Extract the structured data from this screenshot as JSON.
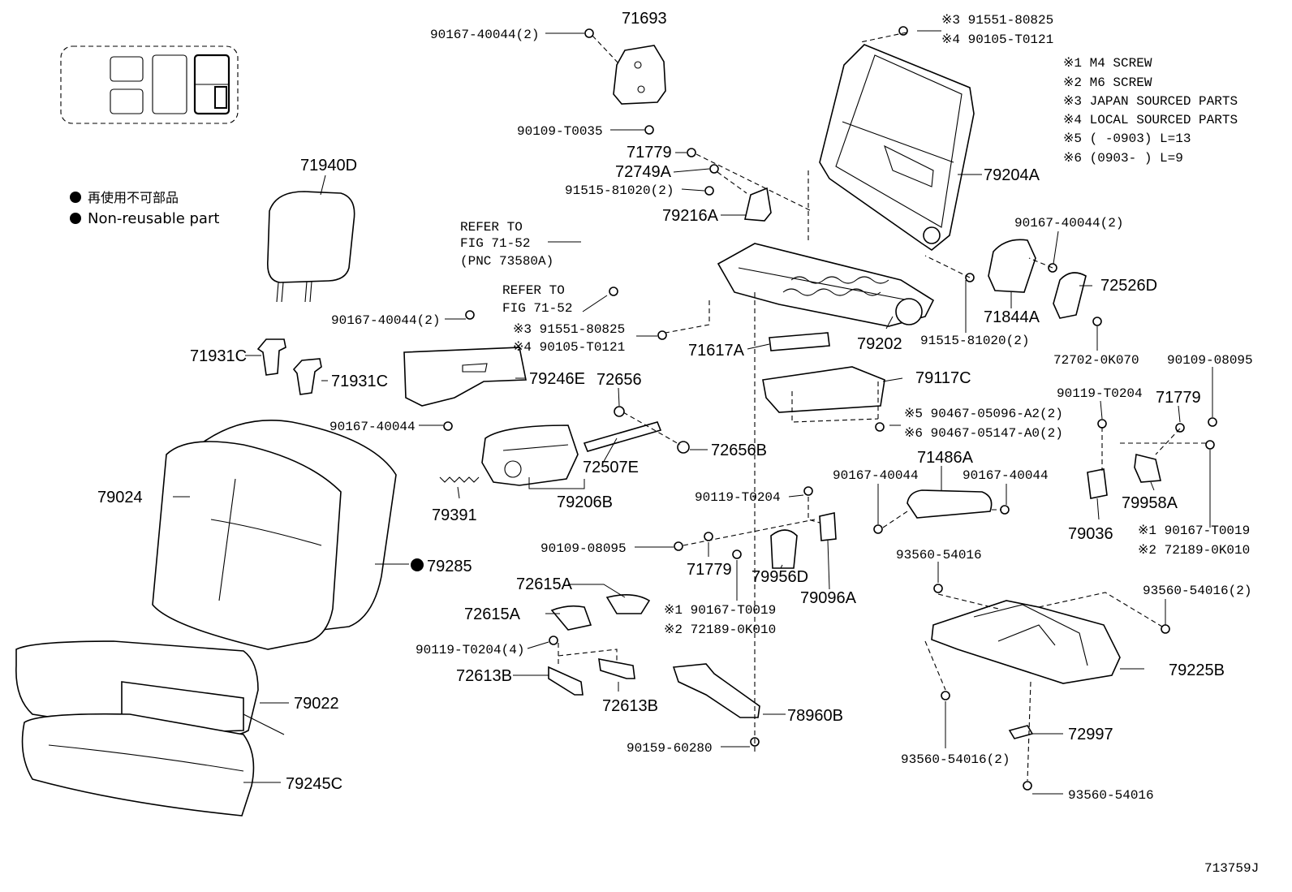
{
  "notes": [
    "※1 M4 SCREW",
    "※2 M6 SCREW",
    "※3 JAPAN SOURCED PARTS",
    "※4 LOCAL SOURCED PARTS",
    "※5 (       -0903) L=13",
    "※6 (0903-       ) L=9"
  ],
  "legend": {
    "japanese": "再使用不可部品",
    "english": "Non-reusable part"
  },
  "refer_fig_1": [
    "REFER TO",
    "FIG 71-52",
    "(PNC 73580A)"
  ],
  "refer_fig_2": [
    "REFER TO",
    "FIG 71-52"
  ],
  "parts": {
    "p71693": "71693",
    "p90167_40044_2_top": "90167-40044(2)",
    "p91551_80825_top": "※3  91551-80825",
    "p90105_T0121_top": "※4  90105-T0121",
    "p90109_T0035": "90109-T0035",
    "p71779_a": "71779",
    "p72749A": "72749A",
    "p91515_81020_2_a": "91515-81020(2)",
    "p79216A": "79216A",
    "p79204A": "79204A",
    "p71940D": "71940D",
    "p90167_40044_2_mid": "90167-40044(2)",
    "p91551_80825_mid": "※3  91551-80825",
    "p90105_T0121_mid": "※4  90105-T0121",
    "p71931C_a": "71931C",
    "p71931C_b": "71931C",
    "p79246E": "79246E",
    "p90167_40044_left": "90167-40044",
    "p72656": "72656",
    "p71617A": "71617A",
    "p79202": "79202",
    "p91515_81020_2_b": "91515-81020(2)",
    "p71844A": "71844A",
    "p90167_40044_2_right": "90167-40044(2)",
    "p72526D": "72526D",
    "p72702_0K070": "72702-0K070",
    "p90109_08095_right": "90109-08095",
    "p79117C": "79117C",
    "p90119_T0204_right": "90119-T0204",
    "p71779_right": "71779",
    "p90467_05096": "※5 90467-05096-A2(2)",
    "p90467_05147": "※6 90467-05147-A0(2)",
    "p79024": "79024",
    "p72507E": "72507E",
    "p72656B": "72656B",
    "p79206B": "79206B",
    "p79391": "79391",
    "p71486A": "71486A",
    "p90167_40044_c1": "90167-40044",
    "p90167_40044_c2": "90167-40044",
    "p90119_T0204_mid": "90119-T0204",
    "p79036": "79036",
    "p79958A": "79958A",
    "p90167_T0019_right": "※1  90167-T0019",
    "p72189_0K010_right": "※2  72189-0K010",
    "p79285": "79285",
    "p90109_08095_mid": "90109-08095",
    "p71779_mid": "71779",
    "p79956D": "79956D",
    "p79096A": "79096A",
    "p93560_54016_a": "93560-54016",
    "p72615A_a": "72615A",
    "p72615A_b": "72615A",
    "p90167_T0019_mid": "※1  90167-T0019",
    "p72189_0K010_mid": "※2  72189-0K010",
    "p93560_54016_2_a": "93560-54016(2)",
    "p90119_T0204_4": "90119-T0204(4)",
    "p72613B_a": "72613B",
    "p72613B_b": "72613B",
    "p79225B": "79225B",
    "p79022": "79022",
    "p78960B": "78960B",
    "p72997": "72997",
    "p90159_60280": "90159-60280",
    "p93560_54016_2_b": "93560-54016(2)",
    "p79245C": "79245C",
    "p93560_54016_b": "93560-54016"
  },
  "figure_id": "713759J"
}
